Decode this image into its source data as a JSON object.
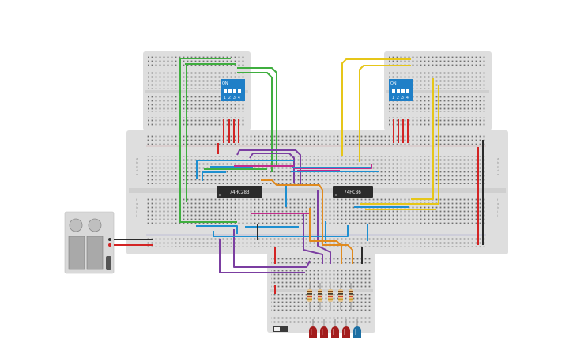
{
  "chips": [
    {
      "name": "chip-74hc283",
      "label": "74HC283"
    },
    {
      "name": "chip-74hc86",
      "label": "74HC86"
    }
  ],
  "dip_switches": [
    {
      "name": "dip-switch-a",
      "on_label": "ON",
      "numbers": [
        "1",
        "2",
        "3",
        "4"
      ]
    },
    {
      "name": "dip-switch-b",
      "on_label": "ON",
      "numbers": [
        "1",
        "2",
        "3",
        "4"
      ]
    }
  ],
  "breadboard_row_letters": [
    "a",
    "b",
    "c",
    "d",
    "e",
    "f",
    "g",
    "h",
    "i",
    "j"
  ],
  "led_colors": [
    "#a31d1d",
    "#a31d1d",
    "#a31d1d",
    "#a31d1d",
    "#1c6fa3"
  ],
  "wire_colors": {
    "green": "#3fae3f",
    "purple": "#7b3ea1",
    "blue": "#1e8fd0",
    "magenta": "#c42c8c",
    "orange": "#e08a1e",
    "yellow": "#e6c619",
    "red": "#d32424",
    "black": "#2a2a2a"
  }
}
